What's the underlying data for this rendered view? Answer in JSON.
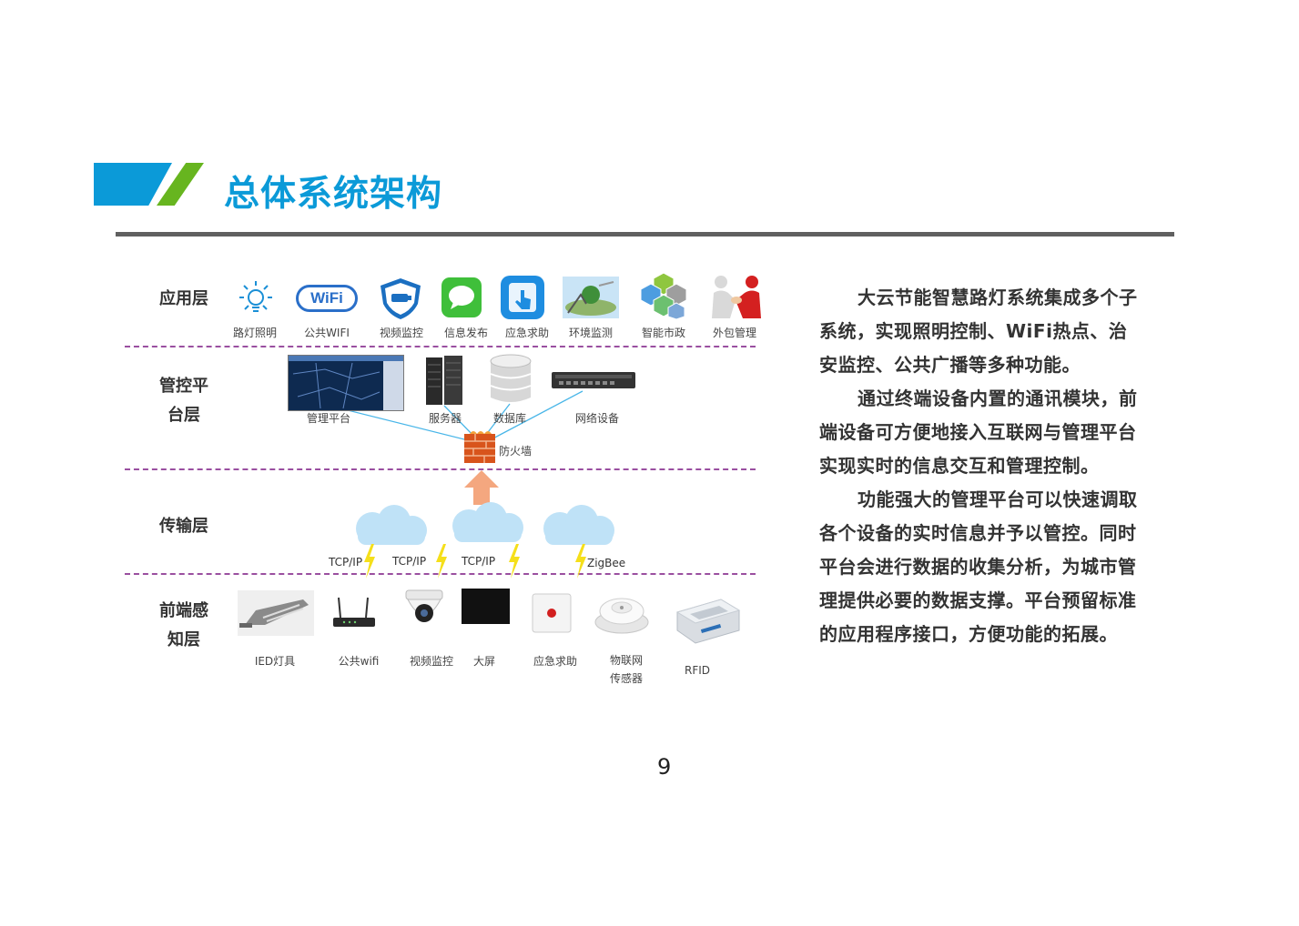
{
  "header": {
    "title": "总体系统架构"
  },
  "diagram": {
    "layers": {
      "app": "应用层",
      "mgmt_1": "管控平",
      "mgmt_2": "台层",
      "trans": "传输层",
      "front_1": "前端感",
      "front_2": "知层"
    },
    "app_items": [
      "路灯照明",
      "公共WIFI",
      "视频监控",
      "信息发布",
      "应急求助",
      "环境监测",
      "智能市政",
      "外包管理"
    ],
    "wifi_logo": "WiFi",
    "mgmt_items": [
      "管理平台",
      "服务器",
      "数据库",
      "网络设备"
    ],
    "firewall": "防火墙",
    "protocols": [
      "TCP/IP",
      "TCP/IP",
      "TCP/IP",
      "ZigBee"
    ],
    "front_items": [
      "IED灯具",
      "公共wifi",
      "视频监控",
      "大屏",
      "应急求助",
      "物联网",
      "传感器",
      "RFID"
    ]
  },
  "text": {
    "p1": "大云节能智慧路灯系统集成多个子系统，实现照明控制、WiFi热点、治安监控、公共广播等多种功能。",
    "p2": "通过终端设备内置的通讯模块，前端设备可方便地接入互联网与管理平台实现实时的信息交互和管理控制。",
    "p3": "功能强大的管理平台可以快速调取各个设备的实时信息并予以管控。同时平台会进行数据的收集分析，为城市管理提供必要的数据支撑。平台预留标准的应用程序接口，方便功能的拓展。"
  },
  "page": {
    "number": "9"
  },
  "colors": {
    "brand_blue": "#0b9ad8",
    "brand_green": "#67b51f",
    "divider": "#9a4fa0"
  }
}
